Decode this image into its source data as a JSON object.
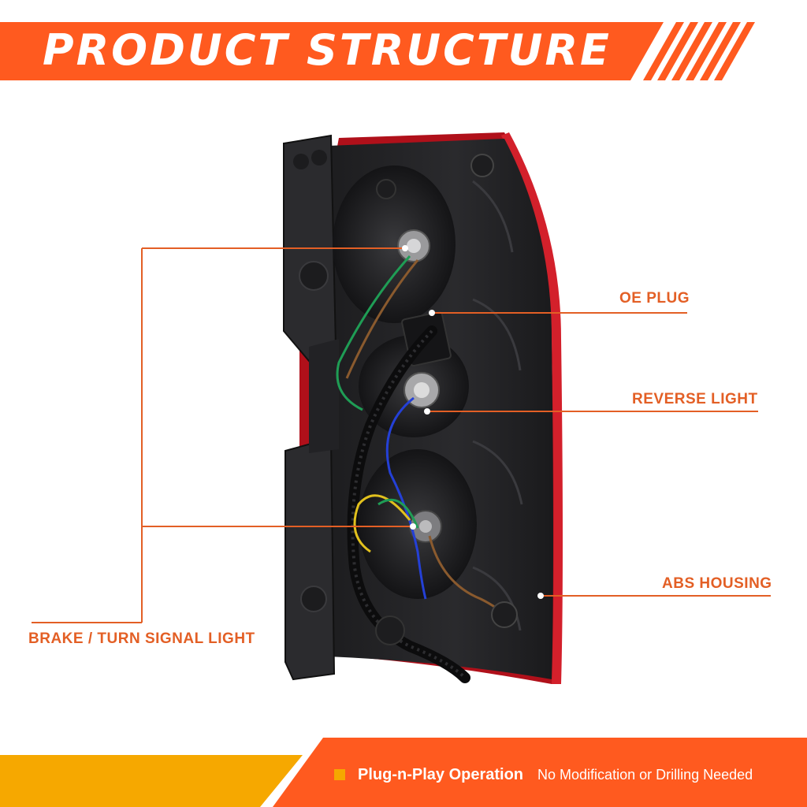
{
  "banner": {
    "title": "PRODUCT STRUCTURE",
    "color": "#ff5a1f"
  },
  "callouts": {
    "oe_plug": "OE PLUG",
    "reverse_light": "REVERSE LIGHT",
    "abs_housing": "ABS HOUSING",
    "brake_turn": "BRAKE / TURN SIGNAL LIGHT",
    "line_color": "#e35f25"
  },
  "footer": {
    "feature_title": "Plug-n-Play Operation",
    "feature_desc": "No Modification or Drilling Needed",
    "bullet_color": "#f5a800",
    "bar_color": "#ff5a1f"
  }
}
